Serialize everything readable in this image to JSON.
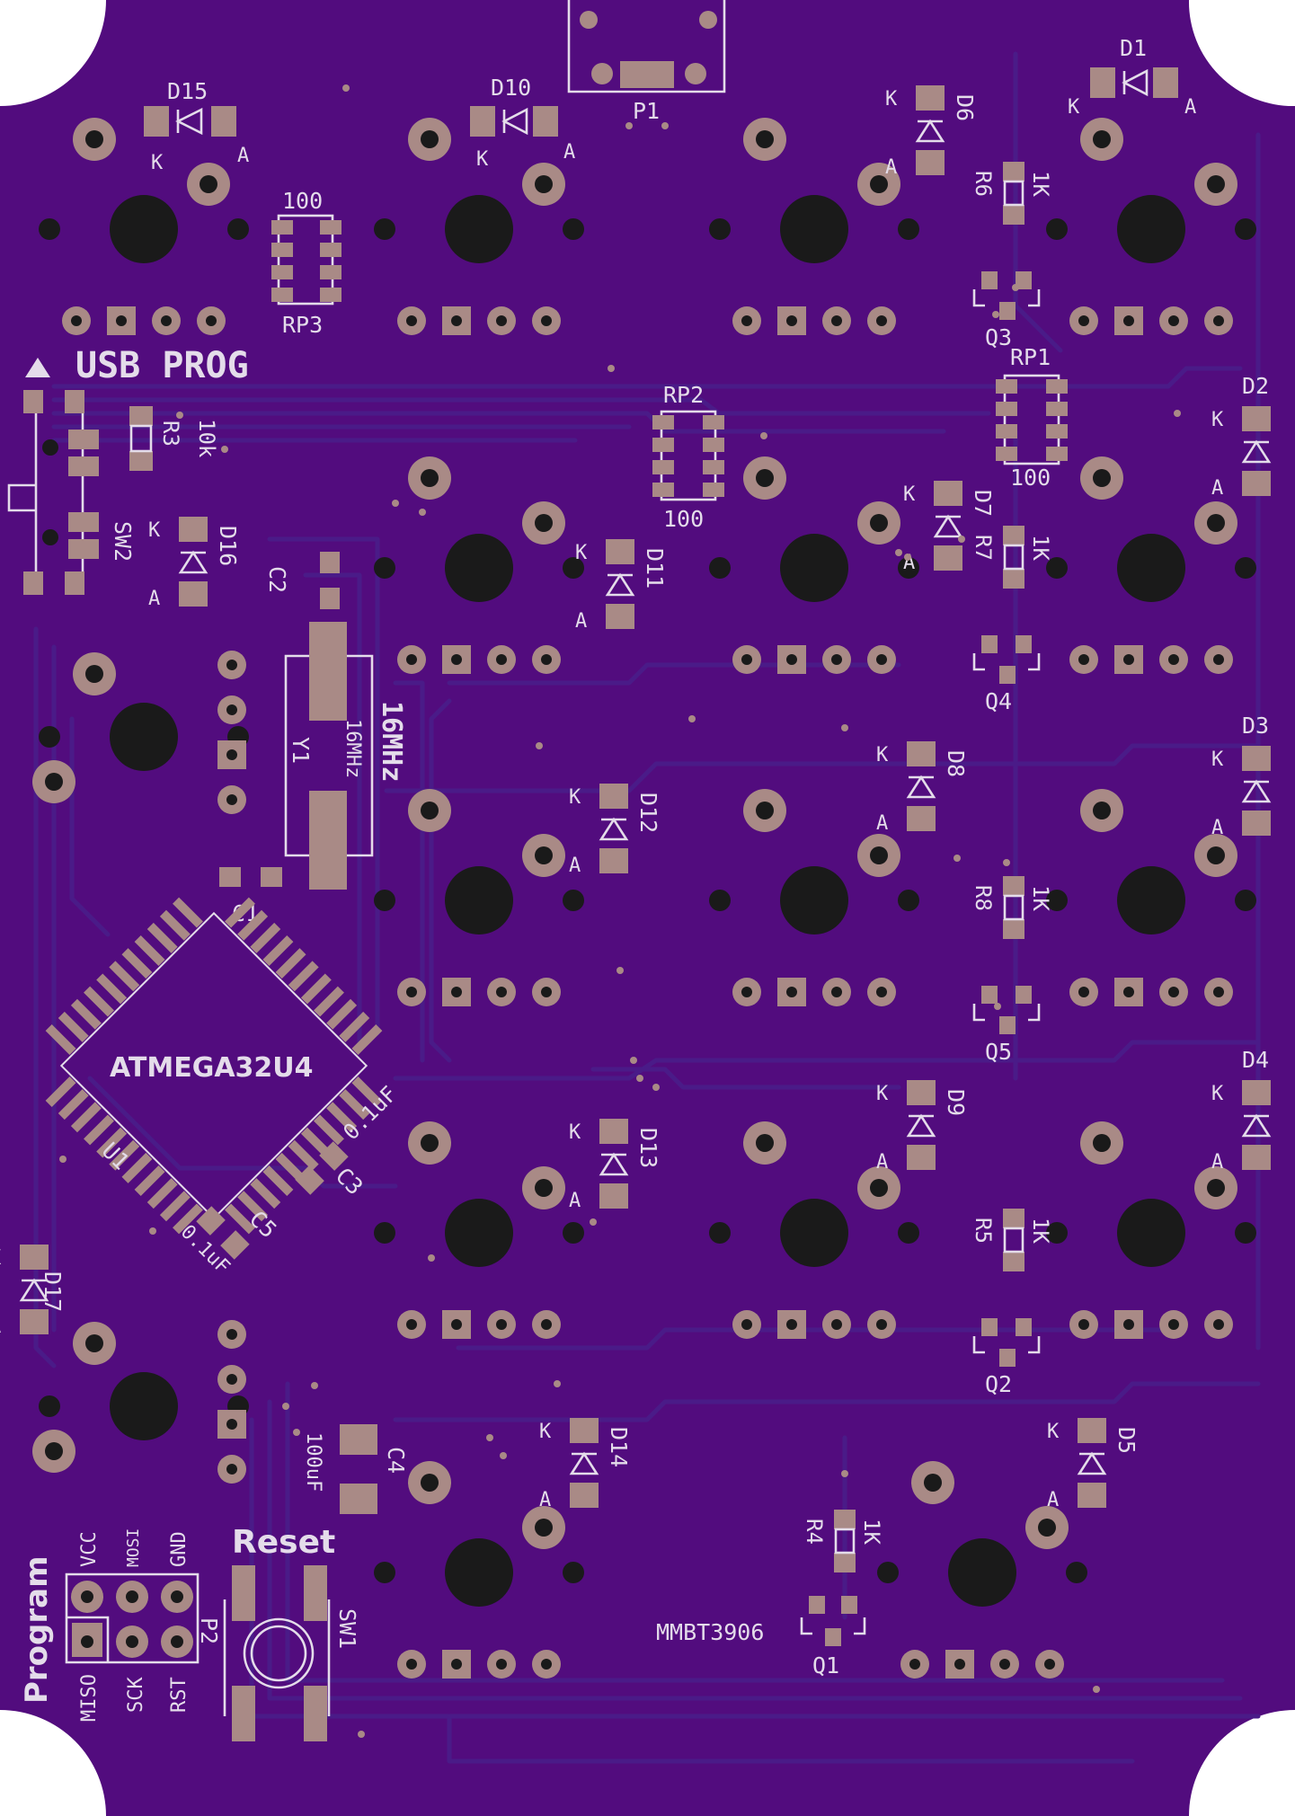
{
  "colors": {
    "board": "#520c7e",
    "trace": "#4a1b88",
    "pad": "#a98a86",
    "silk": "#e4dcea",
    "drill": "#1a1a1a",
    "background": "#ffffff"
  },
  "labels": {
    "usb_prog": "USB PROG",
    "program": "Program",
    "reset": "Reset",
    "mcu": "ATMEGA32U4",
    "transistor_part": "MMBT3906",
    "crystal_freq": "16MHz",
    "crystal_body": "16MHz"
  },
  "refs": {
    "d1": "D1",
    "d2": "D2",
    "d3": "D3",
    "d4": "D4",
    "d5": "D5",
    "d6": "D6",
    "d7": "D7",
    "d8": "D8",
    "d9": "D9",
    "d10": "D10",
    "d11": "D11",
    "d12": "D12",
    "d13": "D13",
    "d14": "D14",
    "d15": "D15",
    "d16": "D16",
    "d17": "D17",
    "r3": "R3",
    "r4": "R4",
    "r5": "R5",
    "r6": "R6",
    "r7": "R7",
    "r8": "R8",
    "rp1": "RP1",
    "rp2": "RP2",
    "rp3": "RP3",
    "q1": "Q1",
    "q2": "Q2",
    "q3": "Q3",
    "q4": "Q4",
    "q5": "Q5",
    "c1": "C1",
    "c2": "C2",
    "c3": "C3",
    "c4": "C4",
    "c5": "C5",
    "u1": "U1",
    "y1": "Y1",
    "p1": "P1",
    "p2": "P2",
    "sw1": "SW1",
    "sw2": "SW2"
  },
  "values": {
    "r_1k": "1K",
    "r_10k": "10k",
    "rp_100": "100",
    "c_01uf": "0.1uF",
    "c_100uf": "100uF"
  },
  "diode_pins": {
    "k": "K",
    "a": "A"
  },
  "header_pins": {
    "vcc": "VCC",
    "mosi": "MOSI",
    "gnd": "GND",
    "miso": "MISO",
    "sck": "SCK",
    "rst": "RST"
  }
}
